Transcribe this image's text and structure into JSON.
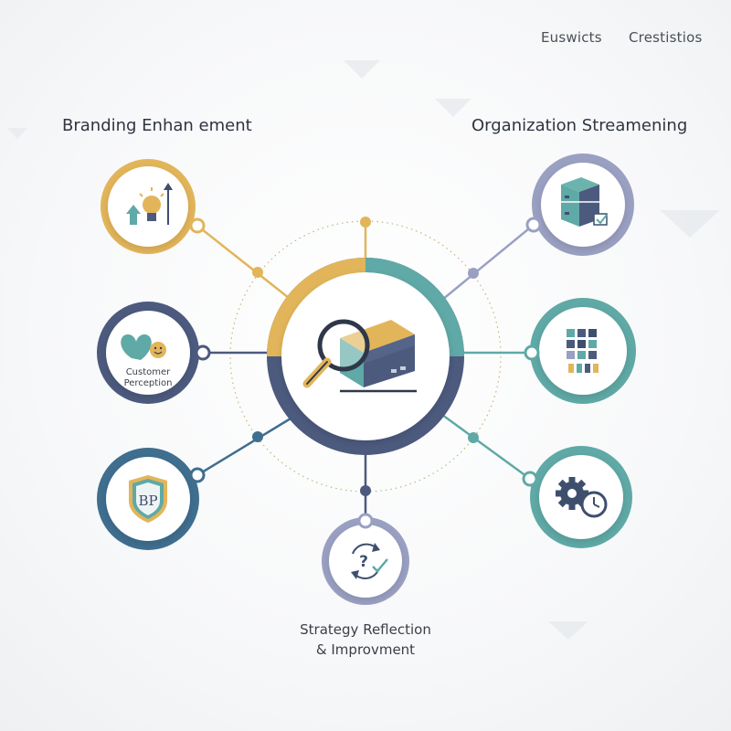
{
  "header": {
    "link_1": "Euswicts",
    "link_2": "Crestistios"
  },
  "headings": {
    "left": "Branding Enhan ement",
    "right": "Organization Streamening"
  },
  "bottom": {
    "caption_line_1": "Strategy Reflection",
    "caption_line_2": "& Improvment"
  },
  "nodes": {
    "customer_perception_line_1": "Customer",
    "customer_perception_line_2": "Perception",
    "brand_badge_text": "BP"
  },
  "colors": {
    "gold": "#E2B55A",
    "teal": "#5FA9A6",
    "navy": "#4C5A7E",
    "lavender": "#9AA0C2",
    "blue": "#3F6E8F",
    "slate": "#3E4F6E",
    "line": "#C9CCD3"
  },
  "icons": {
    "center": "magnifier-box-icon",
    "branding": "lightbulb-growth-icon",
    "perception": "heart-smile-icon",
    "badge": "shield-badge-icon",
    "server": "server-check-icon",
    "grid": "task-grid-icon",
    "gear": "gear-clock-icon",
    "strategy": "refresh-question-icon"
  }
}
